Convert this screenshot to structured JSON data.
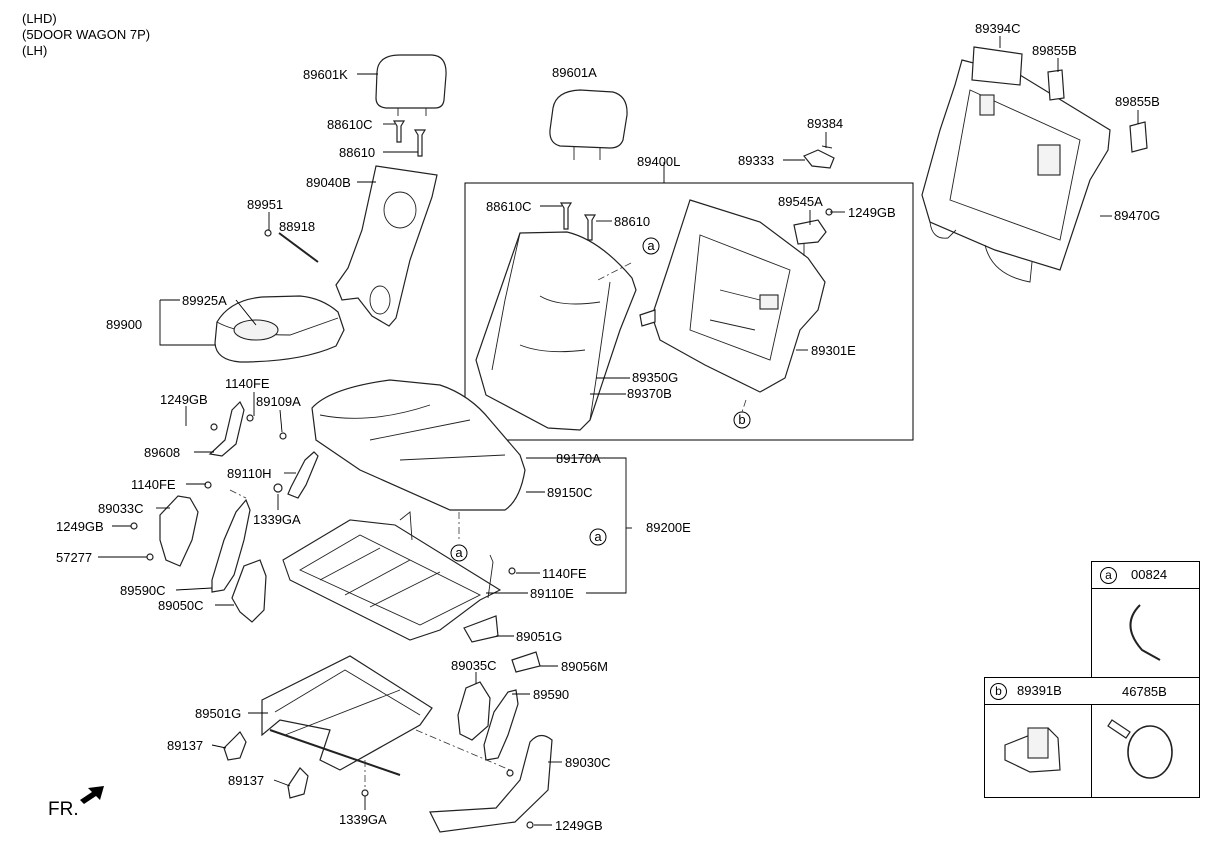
{
  "header": {
    "lines": [
      "(LHD)",
      "(5DOOR WAGON 7P)",
      "(LH)"
    ]
  },
  "front_marker": "FR.",
  "callouts": {
    "p89601K": "89601K",
    "p88610C_1": "88610C",
    "p88610_1": "88610",
    "p89040B": "89040B",
    "p89951": "89951",
    "p88918": "88918",
    "p89925A": "89925A",
    "p89900": "89900",
    "p89601A": "89601A",
    "p89400L": "89400L",
    "p88610C_2": "88610C",
    "p88610_2": "88610",
    "p89384": "89384",
    "p89333": "89333",
    "p89545A": "89545A",
    "p1249GB_1": "1249GB",
    "p89301E": "89301E",
    "p89350G": "89350G",
    "p89370B": "89370B",
    "p89394C": "89394C",
    "p89855B_1": "89855B",
    "p89855B_2": "89855B",
    "p89470G": "89470G",
    "p1249GB_2": "1249GB",
    "p1140FE_1": "1140FE",
    "p89109A": "89109A",
    "p89608": "89608",
    "p89110H": "89110H",
    "p1140FE_2": "1140FE",
    "p1339GA_1": "1339GA",
    "p89033C": "89033C",
    "p1249GB_3": "1249GB",
    "p57277": "57277",
    "p89590C": "89590C",
    "p89050C": "89050C",
    "p89170A": "89170A",
    "p89150C": "89150C",
    "p89200E": "89200E",
    "p1140FE_3": "1140FE",
    "p89110E": "89110E",
    "p89051G": "89051G",
    "p89035C": "89035C",
    "p89056M": "89056M",
    "p89590": "89590",
    "p89501G": "89501G",
    "p89137_1": "89137",
    "p89137_2": "89137",
    "p89030C": "89030C",
    "p1339GA_2": "1339GA",
    "p1249GB_4": "1249GB"
  },
  "ref_tags": {
    "a": "a",
    "b": "b"
  },
  "legend": {
    "row_a": {
      "tag": "a",
      "part": "00824"
    },
    "row_b": {
      "tag": "b",
      "part_left": "89391B",
      "part_right": "46785B"
    }
  }
}
